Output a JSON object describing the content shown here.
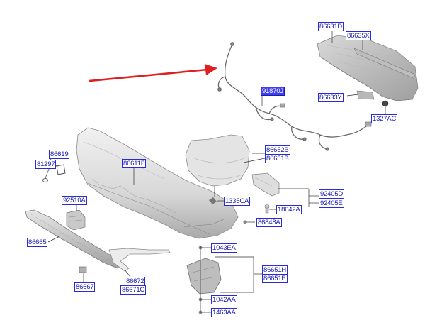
{
  "diagram": {
    "labels": [
      {
        "key": "l86631D",
        "text": "86631D"
      },
      {
        "key": "l86635X",
        "text": "86635X"
      },
      {
        "key": "l91870J",
        "text": "91870J",
        "highlighted": true
      },
      {
        "key": "l86633Y",
        "text": "86633Y"
      },
      {
        "key": "l1327AC",
        "text": "1327AC"
      },
      {
        "key": "l86619",
        "text": "86619"
      },
      {
        "key": "l81297",
        "text": "81297"
      },
      {
        "key": "l86611F",
        "text": "86611F"
      },
      {
        "key": "l86652B",
        "text": "86652B"
      },
      {
        "key": "l86651B",
        "text": "86651B"
      },
      {
        "key": "l92405D",
        "text": "92405D"
      },
      {
        "key": "l92405E",
        "text": "92405E"
      },
      {
        "key": "l1335CA",
        "text": "1335CA"
      },
      {
        "key": "l18642A",
        "text": "18642A"
      },
      {
        "key": "l92510A",
        "text": "92510A"
      },
      {
        "key": "l86848A",
        "text": "86848A"
      },
      {
        "key": "l86665",
        "text": "86665"
      },
      {
        "key": "l1043EA",
        "text": "1043EA"
      },
      {
        "key": "l86651H",
        "text": "86651H"
      },
      {
        "key": "l86651E",
        "text": "86651E"
      },
      {
        "key": "l86667",
        "text": "86667"
      },
      {
        "key": "l86672",
        "text": "86672"
      },
      {
        "key": "l86671C",
        "text": "86671C"
      },
      {
        "key": "l1042AA",
        "text": "1042AA"
      },
      {
        "key": "l1463AA",
        "text": "1463AA"
      }
    ],
    "colors": {
      "label_border": "#2a2ad8",
      "label_text": "#1b1bb0",
      "highlight_fill": "#3f3ff0",
      "arrow": "#e02020",
      "part_fill": "#d6d6d6",
      "part_stroke": "#8a8a8a",
      "leader_line": "#333333"
    }
  }
}
